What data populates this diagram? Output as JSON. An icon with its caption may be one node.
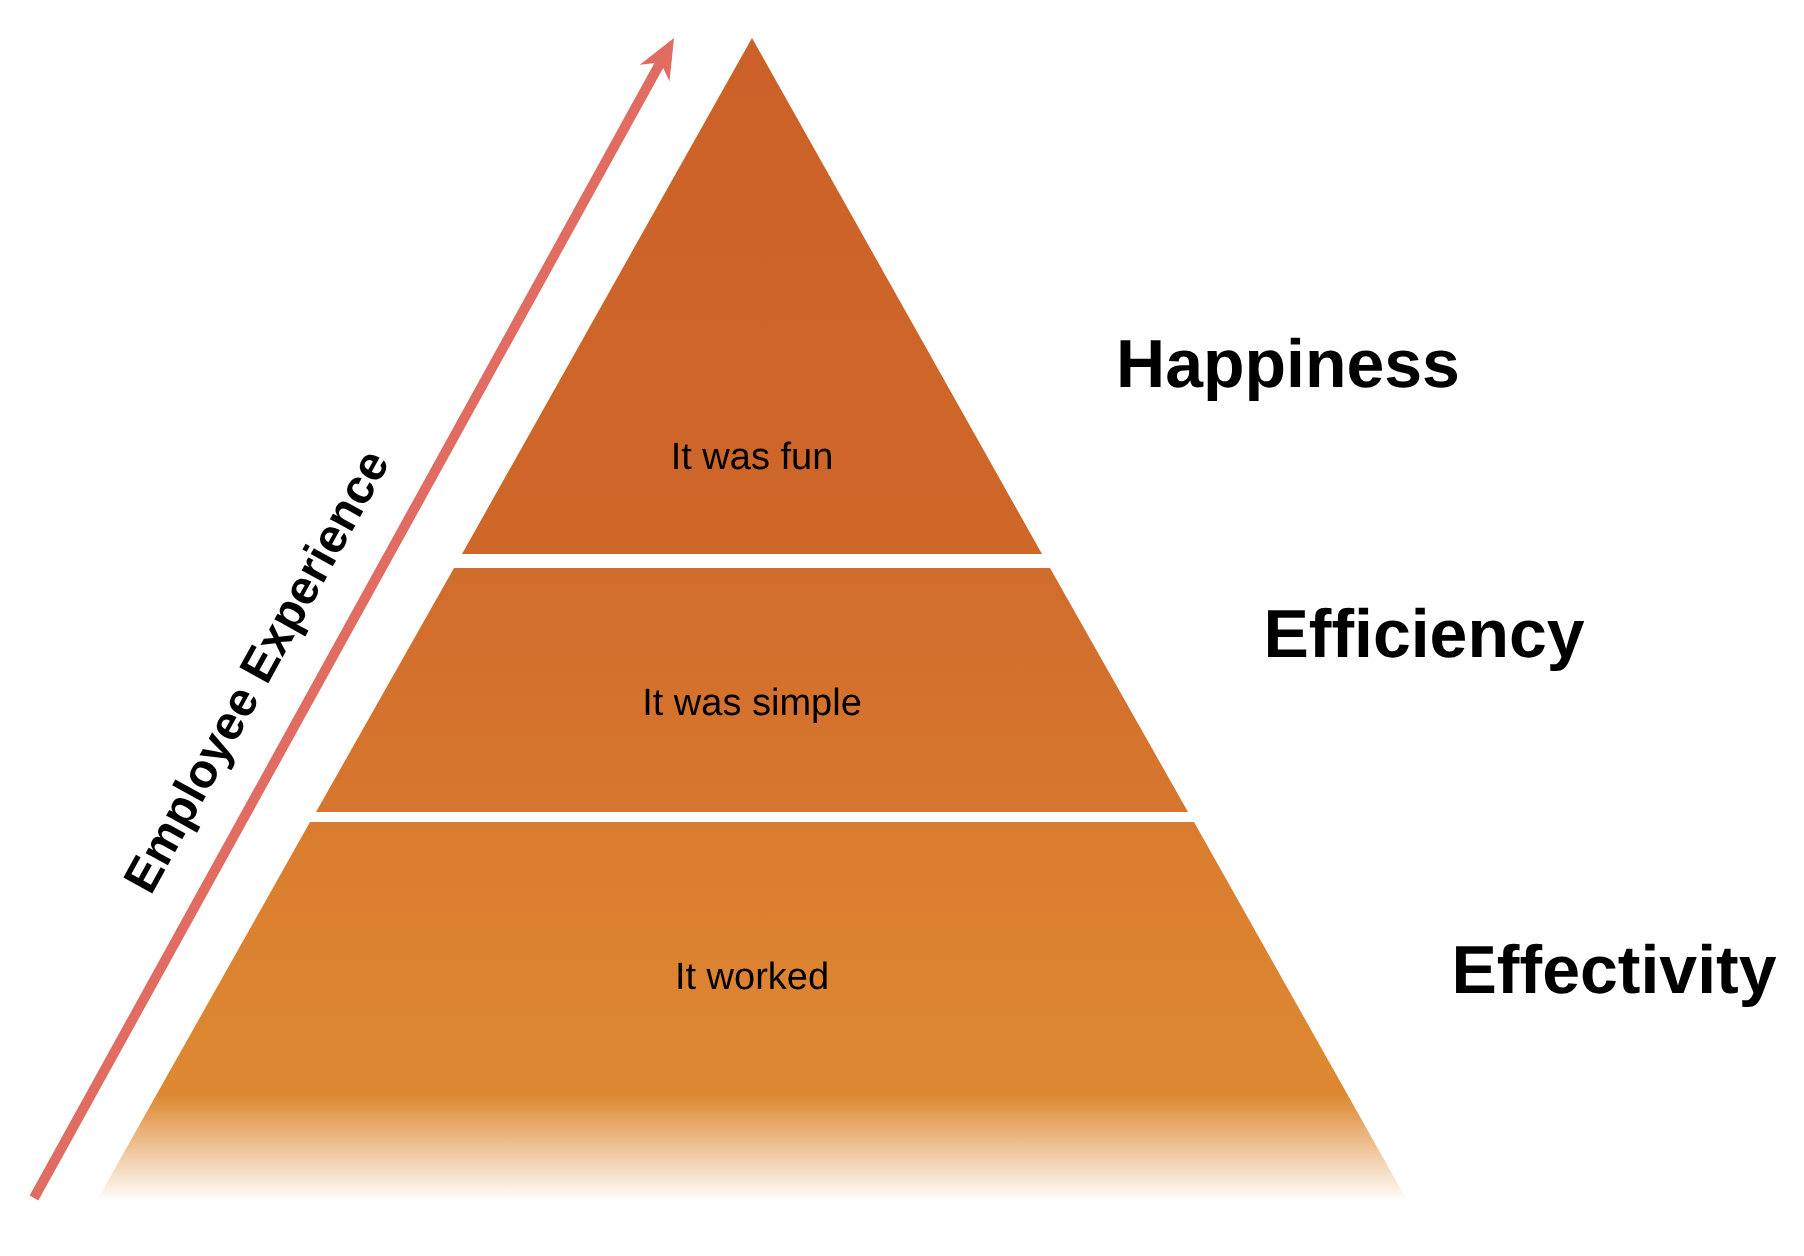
{
  "diagram": {
    "nodes": [
      {
        "text": [
          "It was fun"
        ],
        "beside": [
          "Happiness"
        ]
      },
      {
        "text": [
          "It was simple"
        ],
        "beside": [
          "Efficiency"
        ]
      },
      {
        "text": [
          "It worked"
        ],
        "beside": [
          "Effectivity"
        ]
      }
    ],
    "labels": [
      "Employee Experience"
    ]
  }
}
